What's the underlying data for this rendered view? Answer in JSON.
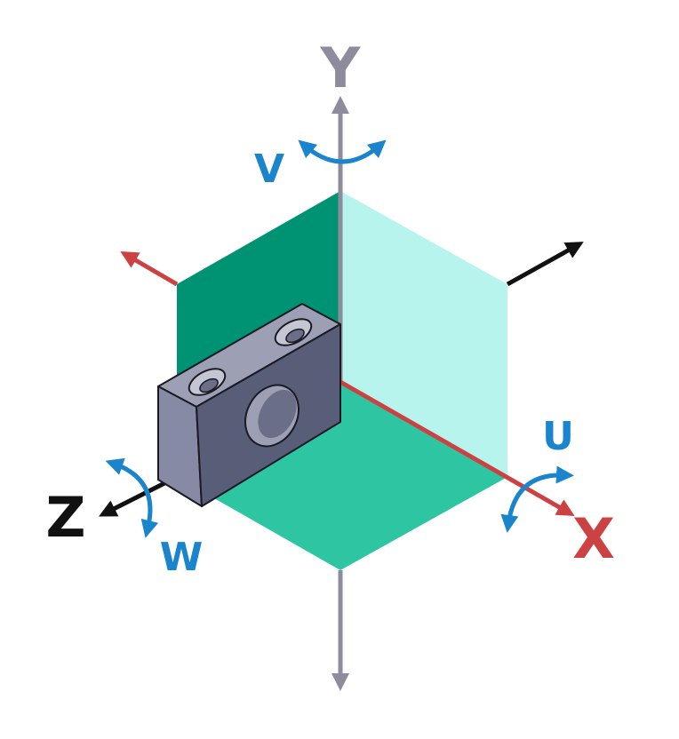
{
  "axes": {
    "y": {
      "label": "Y",
      "color": "#8e8c9c"
    },
    "x": {
      "label": "X",
      "color": "#cc4242"
    },
    "z": {
      "label": "Z",
      "color": "#111111"
    }
  },
  "rotations": {
    "v": {
      "label": "V",
      "color": "#1a84cc"
    },
    "u": {
      "label": "U",
      "color": "#1a84cc"
    },
    "w": {
      "label": "W",
      "color": "#1a84cc"
    }
  },
  "planes": {
    "back_left": {
      "color": "#009373"
    },
    "back_right": {
      "color": "#b8f4ee"
    },
    "floor": {
      "color": "#2ec6a2"
    }
  },
  "part": {
    "top_color": "#9da0b4",
    "front_color": "#585d78",
    "side_color": "#868aa4"
  }
}
